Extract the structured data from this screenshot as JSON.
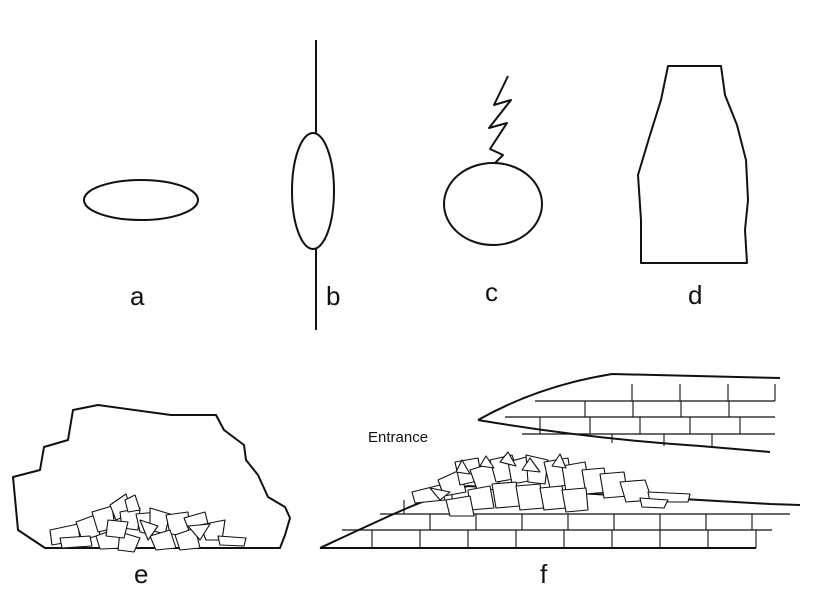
{
  "labels": {
    "a": "a",
    "b": "b",
    "c": "c",
    "d": "d",
    "e": "e",
    "f": "f",
    "entrance": "Entrance"
  },
  "colors": {
    "stroke": "#111111",
    "background": "#ffffff"
  }
}
